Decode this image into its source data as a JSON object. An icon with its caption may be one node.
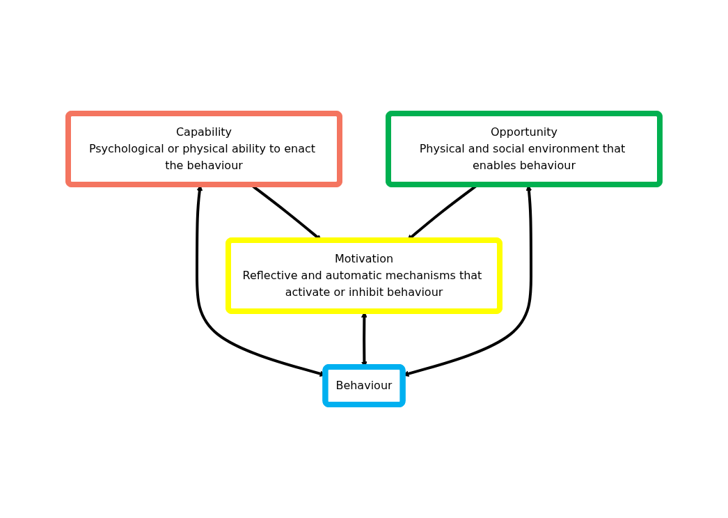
{
  "diagram": {
    "nodes": [
      {
        "text": [
          "Capability",
          "Psychological or physical ability to enact the behaviour"
        ]
      },
      {
        "text": [
          "Motivation",
          "Reflective and automatic mechanisms that activate or inhibit behaviour"
        ]
      },
      {
        "text": [
          "Opportunity",
          "Physical and social environment that enables behaviour"
        ]
      },
      {
        "text": [
          "Behaviour"
        ]
      }
    ],
    "edges": [
      {
        "from": 0,
        "to": 1,
        "arrow": "to"
      },
      {
        "from": 0,
        "to": 3,
        "arrow": "both"
      },
      {
        "from": 1,
        "to": 3,
        "arrow": "both"
      },
      {
        "from": 2,
        "to": 1,
        "arrow": "to"
      },
      {
        "from": 2,
        "to": 3,
        "arrow": "both"
      }
    ]
  }
}
